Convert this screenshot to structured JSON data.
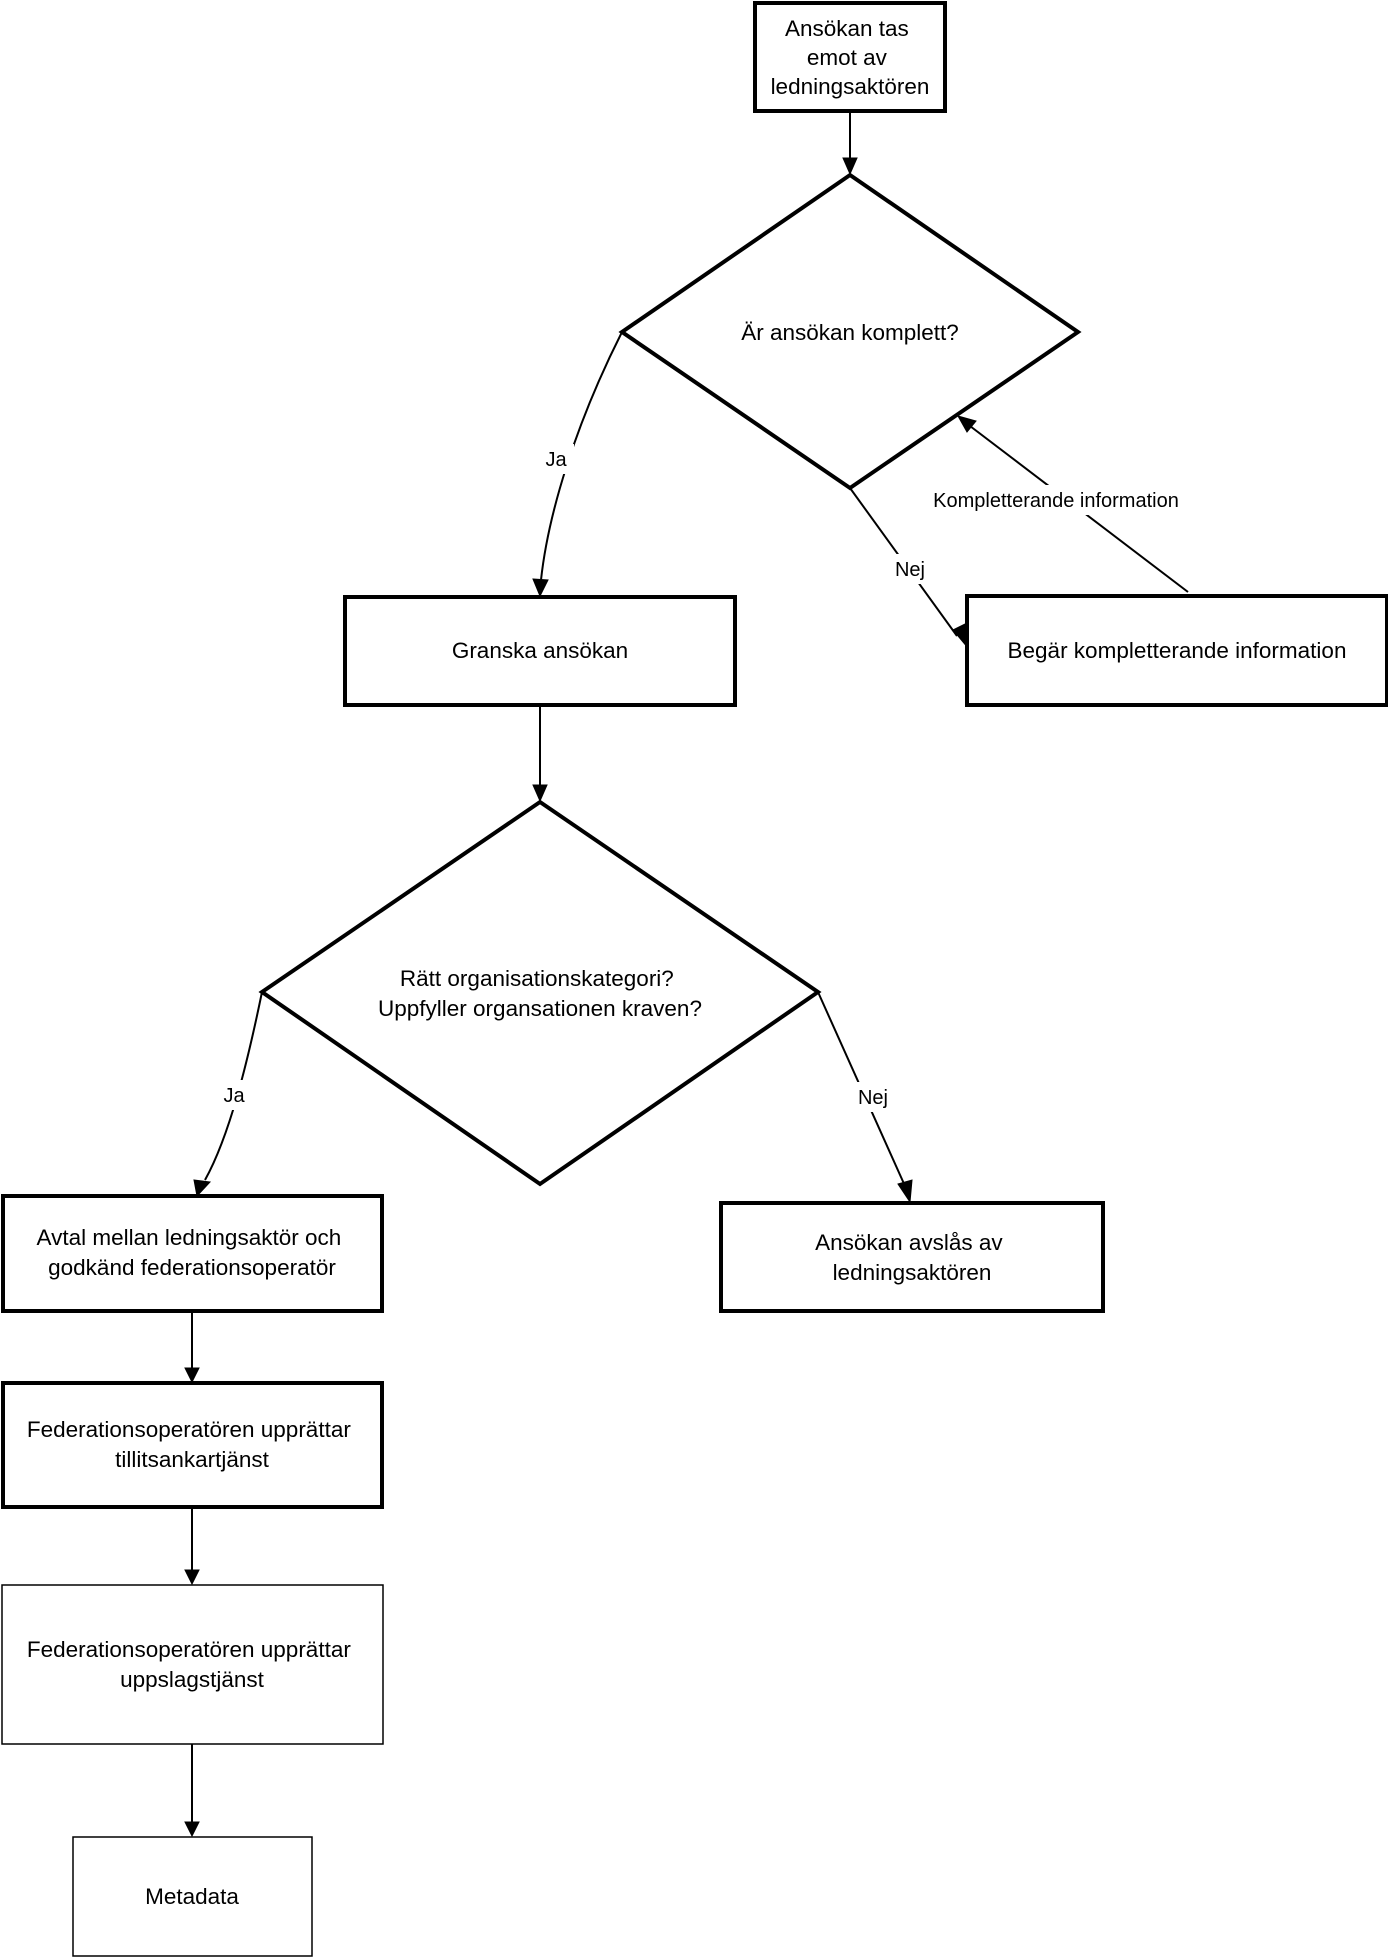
{
  "nodes": {
    "received": [
      "Ansökan tas",
      "emot av",
      "ledningsaktören"
    ],
    "complete_question": [
      "Är ansökan komplett?"
    ],
    "review": [
      "Granska ansökan"
    ],
    "request_info": [
      "Begär kompletterande information"
    ],
    "category_question": [
      "Rätt organisationskategori?",
      "Uppfyller organsationen kraven?"
    ],
    "agreement": [
      "Avtal mellan ledningsaktör och",
      "godkänd federationsoperatör"
    ],
    "rejected": [
      "Ansökan avslås av",
      "ledningsaktören"
    ],
    "trust_anchor": [
      "Federationsoperatören upprättar",
      "tillitsankartjänst"
    ],
    "lookup": [
      "Federationsoperatören upprättar",
      "uppslagstjänst"
    ],
    "metadata": [
      "Metadata"
    ]
  },
  "edge_labels": {
    "complete_yes": "Ja",
    "complete_no": "Nej",
    "supplement": "Kompletterande information",
    "category_yes": "Ja",
    "category_no": "Nej"
  }
}
